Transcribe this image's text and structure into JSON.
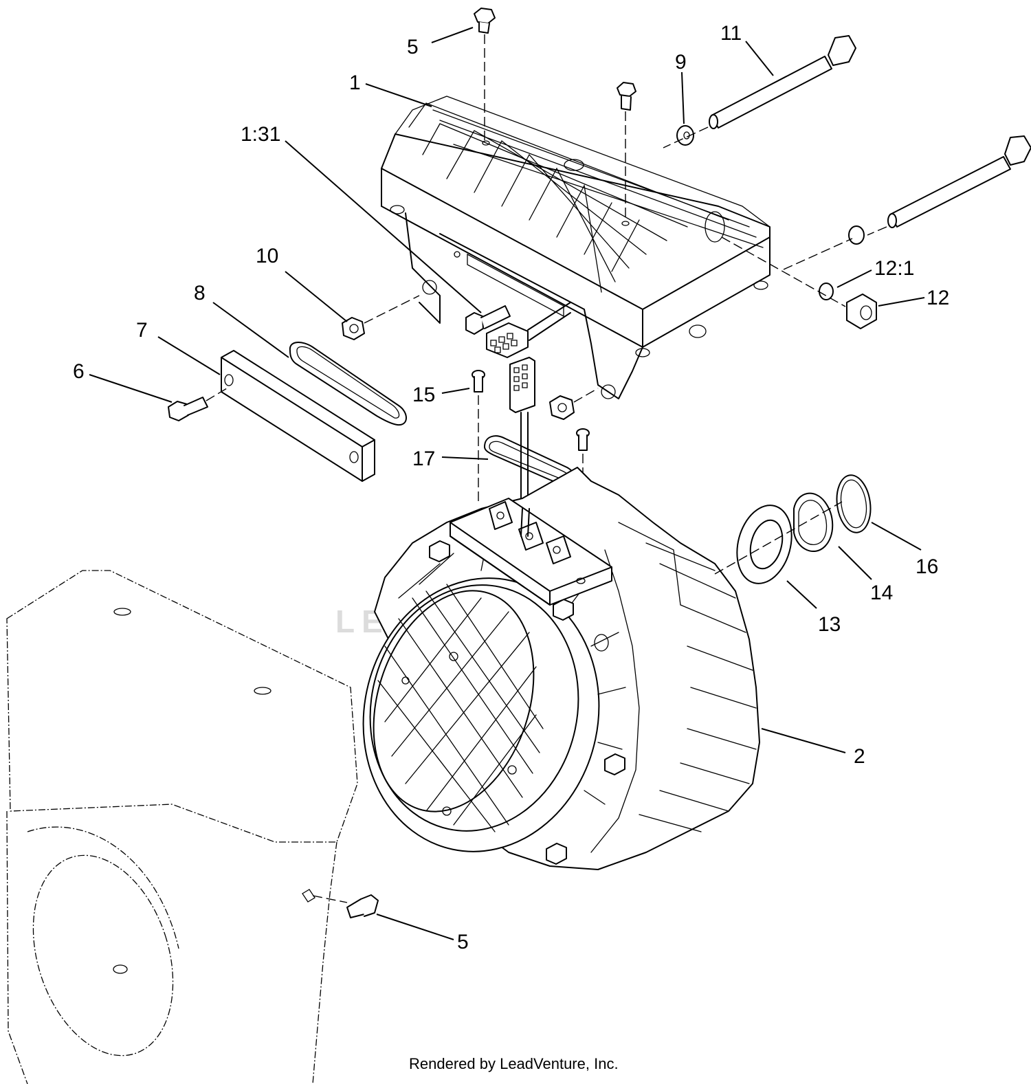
{
  "diagram": {
    "labels": {
      "p5_top": "5",
      "p1": "1",
      "p1_31": "1:31",
      "p9": "9",
      "p11": "11",
      "p10": "10",
      "p8": "8",
      "p7": "7",
      "p6": "6",
      "p12_1": "12:1",
      "p12": "12",
      "p15": "15",
      "p17": "17",
      "p13": "13",
      "p14": "14",
      "p16": "16",
      "p2": "2",
      "p5_bottom": "5"
    },
    "watermark": "LEADVENTURE",
    "footer": "Rendered by LeadVenture, Inc."
  }
}
